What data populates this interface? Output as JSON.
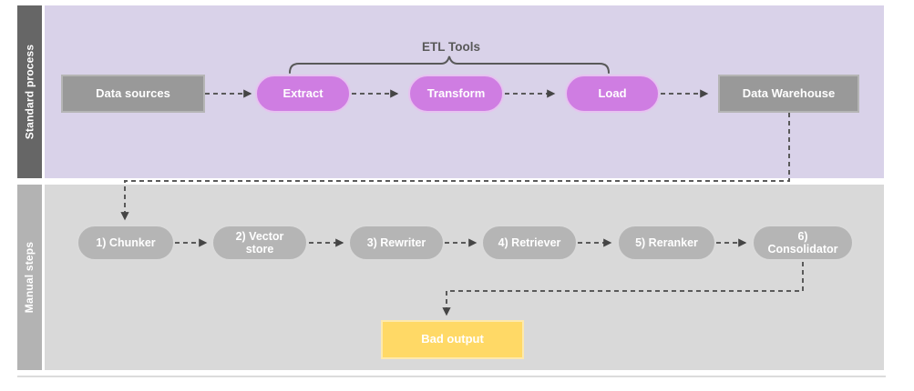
{
  "diagram": {
    "lanes": {
      "standard": {
        "label": "Standard process"
      },
      "manual": {
        "label": "Manual steps"
      }
    },
    "annotation": {
      "etl_tools_label": "ETL Tools"
    },
    "standard_nodes": {
      "data_sources": "Data sources",
      "extract": "Extract",
      "transform": "Transform",
      "load": "Load",
      "data_warehouse": "Data Warehouse"
    },
    "manual_nodes": {
      "chunker": "1) Chunker",
      "vector_store": "2) Vector store",
      "rewriter": "3) Rewriter",
      "retriever": "4) Retriever",
      "reranker": "5) Reranker",
      "consolidator": "6) Consolidator",
      "bad_output": "Bad output"
    },
    "connectors": [
      "data_sources -> extract",
      "extract -> transform",
      "transform -> load",
      "load -> data_warehouse",
      "data_warehouse -> chunker",
      "chunker -> vector_store",
      "vector_store -> rewriter",
      "rewriter -> retriever",
      "retriever -> reranker",
      "reranker -> consolidator",
      "consolidator -> bad_output"
    ],
    "colors": {
      "standard_lane_bg": "#d9d2e9",
      "manual_lane_bg": "#d9d9d9",
      "standard_lane_bar": "#666666",
      "manual_lane_bar": "#b3b3b3",
      "etl_pill": "#cf7de2",
      "gray_node": "#999999",
      "manual_pill": "#b5b5b5",
      "bad_output": "#ffd966",
      "connector": "#5a5a5a"
    }
  }
}
